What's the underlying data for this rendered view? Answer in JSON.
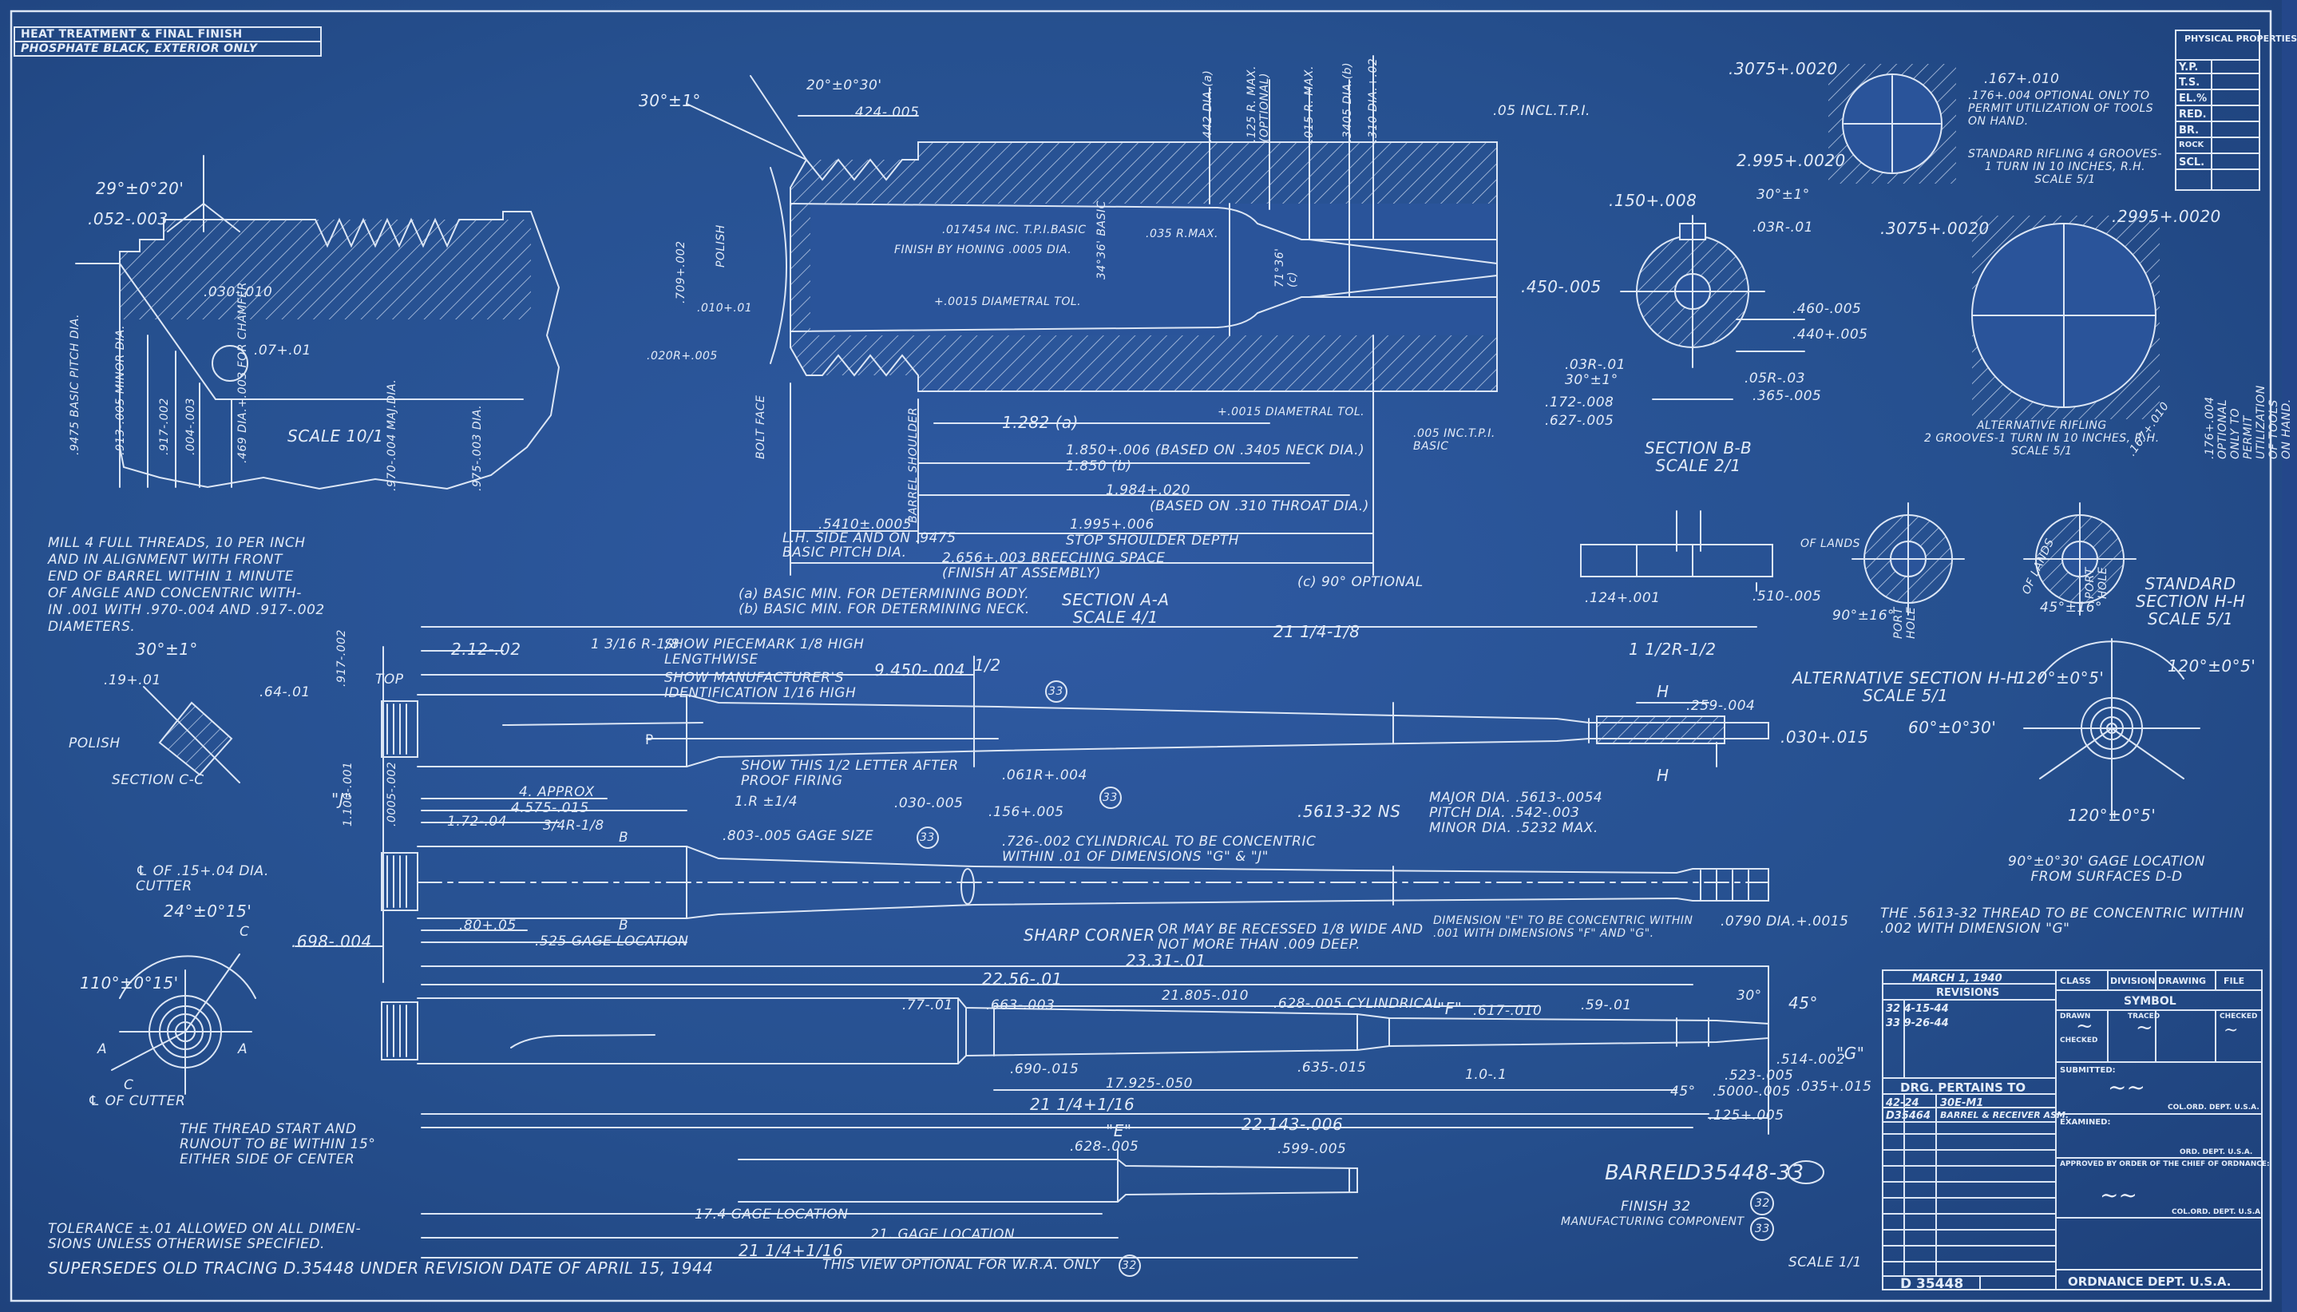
{
  "header": {
    "title": "HEAT TREATMENT & FINAL FINISH",
    "finish": "PHOSPHATE BLACK, EXTERIOR ONLY"
  },
  "physical_properties": {
    "title": "PHYSICAL\nPROPERTIES",
    "rows": [
      "Y.P.",
      "T.S.",
      "EL.%",
      "RED.",
      "BR.",
      "ROCK",
      "SCL."
    ]
  },
  "detail_thread": {
    "dims": [
      "29°±0°20'",
      ".052-.003",
      ".030-.010",
      ".07+.01",
      ".9475 BASIC PITCH DIA.",
      ".913-.005 MINOR DIA.",
      ".917-.002",
      ".004-.003",
      ".469 DIA.+.003 FOR CHAMFER",
      ".970-.004 MAJ.DIA.",
      ".975-.003 DIA."
    ],
    "scale": "SCALE 10/1"
  },
  "mill_note": "MILL 4 FULL THREADS, 10 PER INCH\nAND IN ALIGNMENT WITH FRONT\nEND OF BARREL WITHIN 1 MINUTE\nOF ANGLE AND CONCENTRIC WITH-\nIN .001 WITH .970-.004 AND .917-.002\nDIAMETERS.",
  "section_aa": {
    "dims": [
      "30°±1°",
      "20°±0°30'",
      ".424-.005",
      ".442 DIA.(a)",
      ".125 R. MAX.\n(OPTIONAL)",
      ".015 R. MAX.",
      ".3405 DIA.(b)",
      ".310 DIA.+.02",
      ".05 INCL.T.P.I.",
      "POLISH",
      ".709+.002",
      ".010+.01",
      ".020R+.005",
      ".017454 INC. T.P.I.BASIC",
      "FINISH BY HONING .0005 DIA.",
      ".035 R.MAX.",
      "34°36' BASIC",
      "+.0015 DIAMETRAL TOL.",
      "71°36'\n(c)",
      "+.0015 DIAMETRAL TOL.",
      ".005 INC.T.P.I.\nBASIC",
      "BOLT FACE",
      "BARREL SHOULDER",
      "1.282 (a)",
      "1.850+.006 (BASED ON .3405 NECK DIA.)",
      "1.850 (b)",
      "1.984+.020",
      "(BASED ON .310 THROAT DIA.)",
      ".5410±.0005",
      "L.H. SIDE AND ON .9475\nBASIC PITCH DIA.",
      "1.995+.006",
      "STOP SHOULDER DEPTH",
      "2.656+.003 BREECHING SPACE\n(FINISH AT ASSEMBLY)",
      "(c) 90° OPTIONAL"
    ],
    "notes": "(a) BASIC MIN. FOR DETERMINING BODY.\n(b) BASIC MIN. FOR DETERMINING NECK.",
    "label": "SECTION A-A\nSCALE 4/1"
  },
  "rifling": {
    "top": [
      ".3075+.0020",
      ".167+.010",
      ".176+.004 OPTIONAL ONLY TO\nPERMIT UTILIZATION OF TOOLS\nON HAND.",
      "2.995+.0020",
      "STANDARD RIFLING 4 GROOVES-\n1 TURN IN 10 INCHES, R.H.\nSCALE 5/1"
    ],
    "alt": [
      ".3075+.0020",
      ".2995+.0020",
      ".176+.004 OPTIONAL ONLY TO PERMIT\nUTILIZATION OF TOOLS ON HAND.",
      ".167+.010",
      "ALTERNATIVE RIFLING\n2 GROOVES-1 TURN IN 10 INCHES, R.H.\nSCALE 5/1"
    ]
  },
  "section_bb": {
    "dims": [
      ".150+.008",
      "30°±1°",
      ".03R-.01",
      ".450-.005",
      ".460-.005",
      ".440+.005",
      ".03R-.01\n30°±1°",
      ".05R-.03",
      ".172-.008",
      ".365-.005",
      ".627-.005"
    ],
    "label": "SECTION B-B\nSCALE 2/1"
  },
  "section_hh": {
    "dims": [
      ".124+.001",
      ".510-.005",
      "90°±16°",
      "PORT\nHOLE",
      "OF LANDS",
      "OF LANDS",
      "45°±16°",
      "PORT\nHOLE"
    ],
    "std_label": "STANDARD\nSECTION H-H\nSCALE 5/1",
    "alt_label": "ALTERNATIVE SECTION H-H\nSCALE 5/1",
    "muzzle": [
      "H",
      "H",
      ".259-.004",
      ".030+.015",
      "60°±0°30'",
      "120°±0°5'",
      "120°±0°5'",
      "120°±0°5'",
      "90°±0°30' GAGE LOCATION\nFROM SURFACES D-D"
    ]
  },
  "section_cc": {
    "dims": [
      "30°±1°",
      ".19+.01",
      ".64-.01",
      "POLISH"
    ],
    "label": "SECTION C-C"
  },
  "view1": {
    "dims": [
      "2.12-.02",
      "1 3/16 R-1/8",
      "SHOW PIECEMARK 1/8 HIGH\nLENGTHWISE",
      "SHOW MANUFACTURER'S\nIDENTIFICATION 1/16 HIGH",
      "9.450-.004",
      "1/2",
      "33",
      "21 1/4-1/8",
      "1 1/2R-1/2",
      "TOP",
      ".917-.002",
      "\"J\"",
      "4. APPROX",
      "4.575-.015",
      "SHOW THIS 1/2 LETTER AFTER\nPROOF FIRING",
      ".061R+.004",
      "33",
      "P",
      "1.100-.001",
      ".0005-.002"
    ]
  },
  "view2": {
    "dims": [
      "1.72-.04",
      "3/4R-1/8",
      "B",
      "1.R ±1/4",
      ".030-.005",
      "33",
      ".156+.005",
      ".803-.005 GAGE SIZE",
      ".726-.002 CYLINDRICAL TO BE CONCENTRIC\nWITHIN .01 OF DIMENSIONS \"G\" & \"J\"",
      ".5613-32 NS",
      "MAJOR DIA. .5613-.0054\nPITCH DIA. .542-.003\nMINOR DIA. .5232 MAX.",
      "B",
      ".80+.05",
      ".525 GAGE LOCATION",
      "SHARP CORNER",
      "OR MAY BE RECESSED 1/8 WIDE AND\nNOT MORE THAN .009 DEEP.",
      "DIMENSION \"E\" TO BE CONCENTRIC WITHIN\n.001 WITH DIMENSIONS \"F\" AND \"G\".",
      ".0790 DIA.+.0015",
      "THE .5613-32 THREAD TO BE CONCENTRIC WITHIN\n.002 WITH DIMENSION \"G\"",
      ".698-.004"
    ]
  },
  "view3": {
    "dims": [
      "23.31-.01",
      "22.56-.01",
      "21.805-.010",
      ".77-.01",
      ".663-.003",
      ".628-.005 CYLINDRICAL",
      "\"F\"",
      ".617-.010",
      ".59-.01",
      "30°",
      "45°",
      ".690-.015",
      "17.925-.050",
      ".635-.015",
      "1.0-.1",
      ".523-.005",
      ".514-.002",
      "\"G\"",
      ".035+.015",
      "45°",
      ".5000-.005",
      ".125+.005",
      "21 1/4+1/16",
      "22.143-.006"
    ]
  },
  "left_lower": {
    "dims": [
      "℄ OF .15+.04 DIA.\nCUTTER",
      "24°±0°15'",
      "C",
      "110°±0°15'",
      "A",
      "A",
      "C",
      "℄ OF CUTTER"
    ],
    "note": "THE THREAD START AND\nRUNOUT TO BE WITHIN 15°\nEITHER SIDE OF CENTER"
  },
  "bottom_view": {
    "dims": [
      ".628-.005",
      "\"E\"",
      ".599-.005",
      "17.4 GAGE LOCATION",
      "21. GAGE LOCATION",
      "21 1/4+1/16",
      "THIS VIEW OPTIONAL FOR W.R.A. ONLY",
      "32"
    ]
  },
  "part": {
    "name": "BARREL",
    "number": "D35448-33",
    "finish": "FINISH 32",
    "mfg": "MANUFACTURING COMPONENT",
    "badge1": "32",
    "badge2": "33",
    "scale": "SCALE 1/1"
  },
  "notes_bottom": {
    "tolerance": "TOLERANCE ±.01 ALLOWED ON ALL DIMEN-\nSIONS UNLESS OTHERWISE SPECIFIED.",
    "supersedes": "SUPERSEDES OLD TRACING D.35448 UNDER REVISION DATE OF APRIL 15, 1944"
  },
  "title_block": {
    "date": "MARCH 1, 1940",
    "revisions_label": "REVISIONS",
    "rev_rows": [
      "32 4-15-44",
      "33 9-26-44"
    ],
    "cols": [
      "CLASS",
      "DIVISION",
      "DRAWING",
      "FILE"
    ],
    "symbol_label": "SYMBOL",
    "sig_roles": [
      "DRAWN",
      "TRACED",
      "CHECKED",
      "CHECKED"
    ],
    "pertains_label": "DRG. PERTAINS TO",
    "pertains_rows": [
      [
        "42-24",
        "30E-M1"
      ],
      [
        "D35464",
        "BARREL & RECEIVER\nASM."
      ]
    ],
    "submitted": "SUBMITTED:",
    "col1": "COL.ORD. DEPT. U.S.A.",
    "examined": "EXAMINED:",
    "ord1": "ORD. DEPT. U.S.A.",
    "approved": "APPROVED BY ORDER OF THE CHIEF OF\nORDNANCE:",
    "col2": "COL.ORD. DEPT. U.S.A.",
    "drawing_number": "D 35448",
    "dept": "ORDNANCE DEPT. U.S.A."
  }
}
